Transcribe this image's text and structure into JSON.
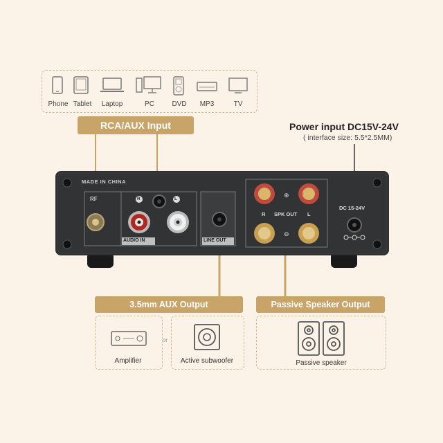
{
  "devices": [
    {
      "label": "Phone",
      "icon": "phone-icon"
    },
    {
      "label": "Tablet",
      "icon": "tablet-icon"
    },
    {
      "label": "Laptop",
      "icon": "laptop-icon"
    },
    {
      "label": "PC",
      "icon": "pc-icon"
    },
    {
      "label": "DVD",
      "icon": "dvd-icon"
    },
    {
      "label": "MP3",
      "icon": "mp3-icon"
    },
    {
      "label": "TV",
      "icon": "tv-icon"
    }
  ],
  "rca_banner": "RCA/AUX Input",
  "power": {
    "title": "Power input DC15V-24V",
    "subtitle": "( interface size: 5.5*2.5MM)"
  },
  "panel": {
    "made_in": "MADE IN CHINA",
    "rf": "RF",
    "audio_in": "AUDIO IN",
    "r": "R",
    "l": "L",
    "line_out": "LINE OUT",
    "spk_out": "SPK OUT",
    "plus": "⊕",
    "minus": "⊖",
    "dc": "DC 15-24V"
  },
  "aux_banner": "3.5mm AUX Output",
  "speaker_banner": "Passive Speaker Output",
  "outputs": {
    "amplifier": "Amplifier",
    "or": "or",
    "subwoofer": "Active subwoofer",
    "passive": "Passive speaker"
  },
  "colors": {
    "background": "#fcf3e8",
    "gold": "#c9a468",
    "panel": "#2e2f31"
  }
}
